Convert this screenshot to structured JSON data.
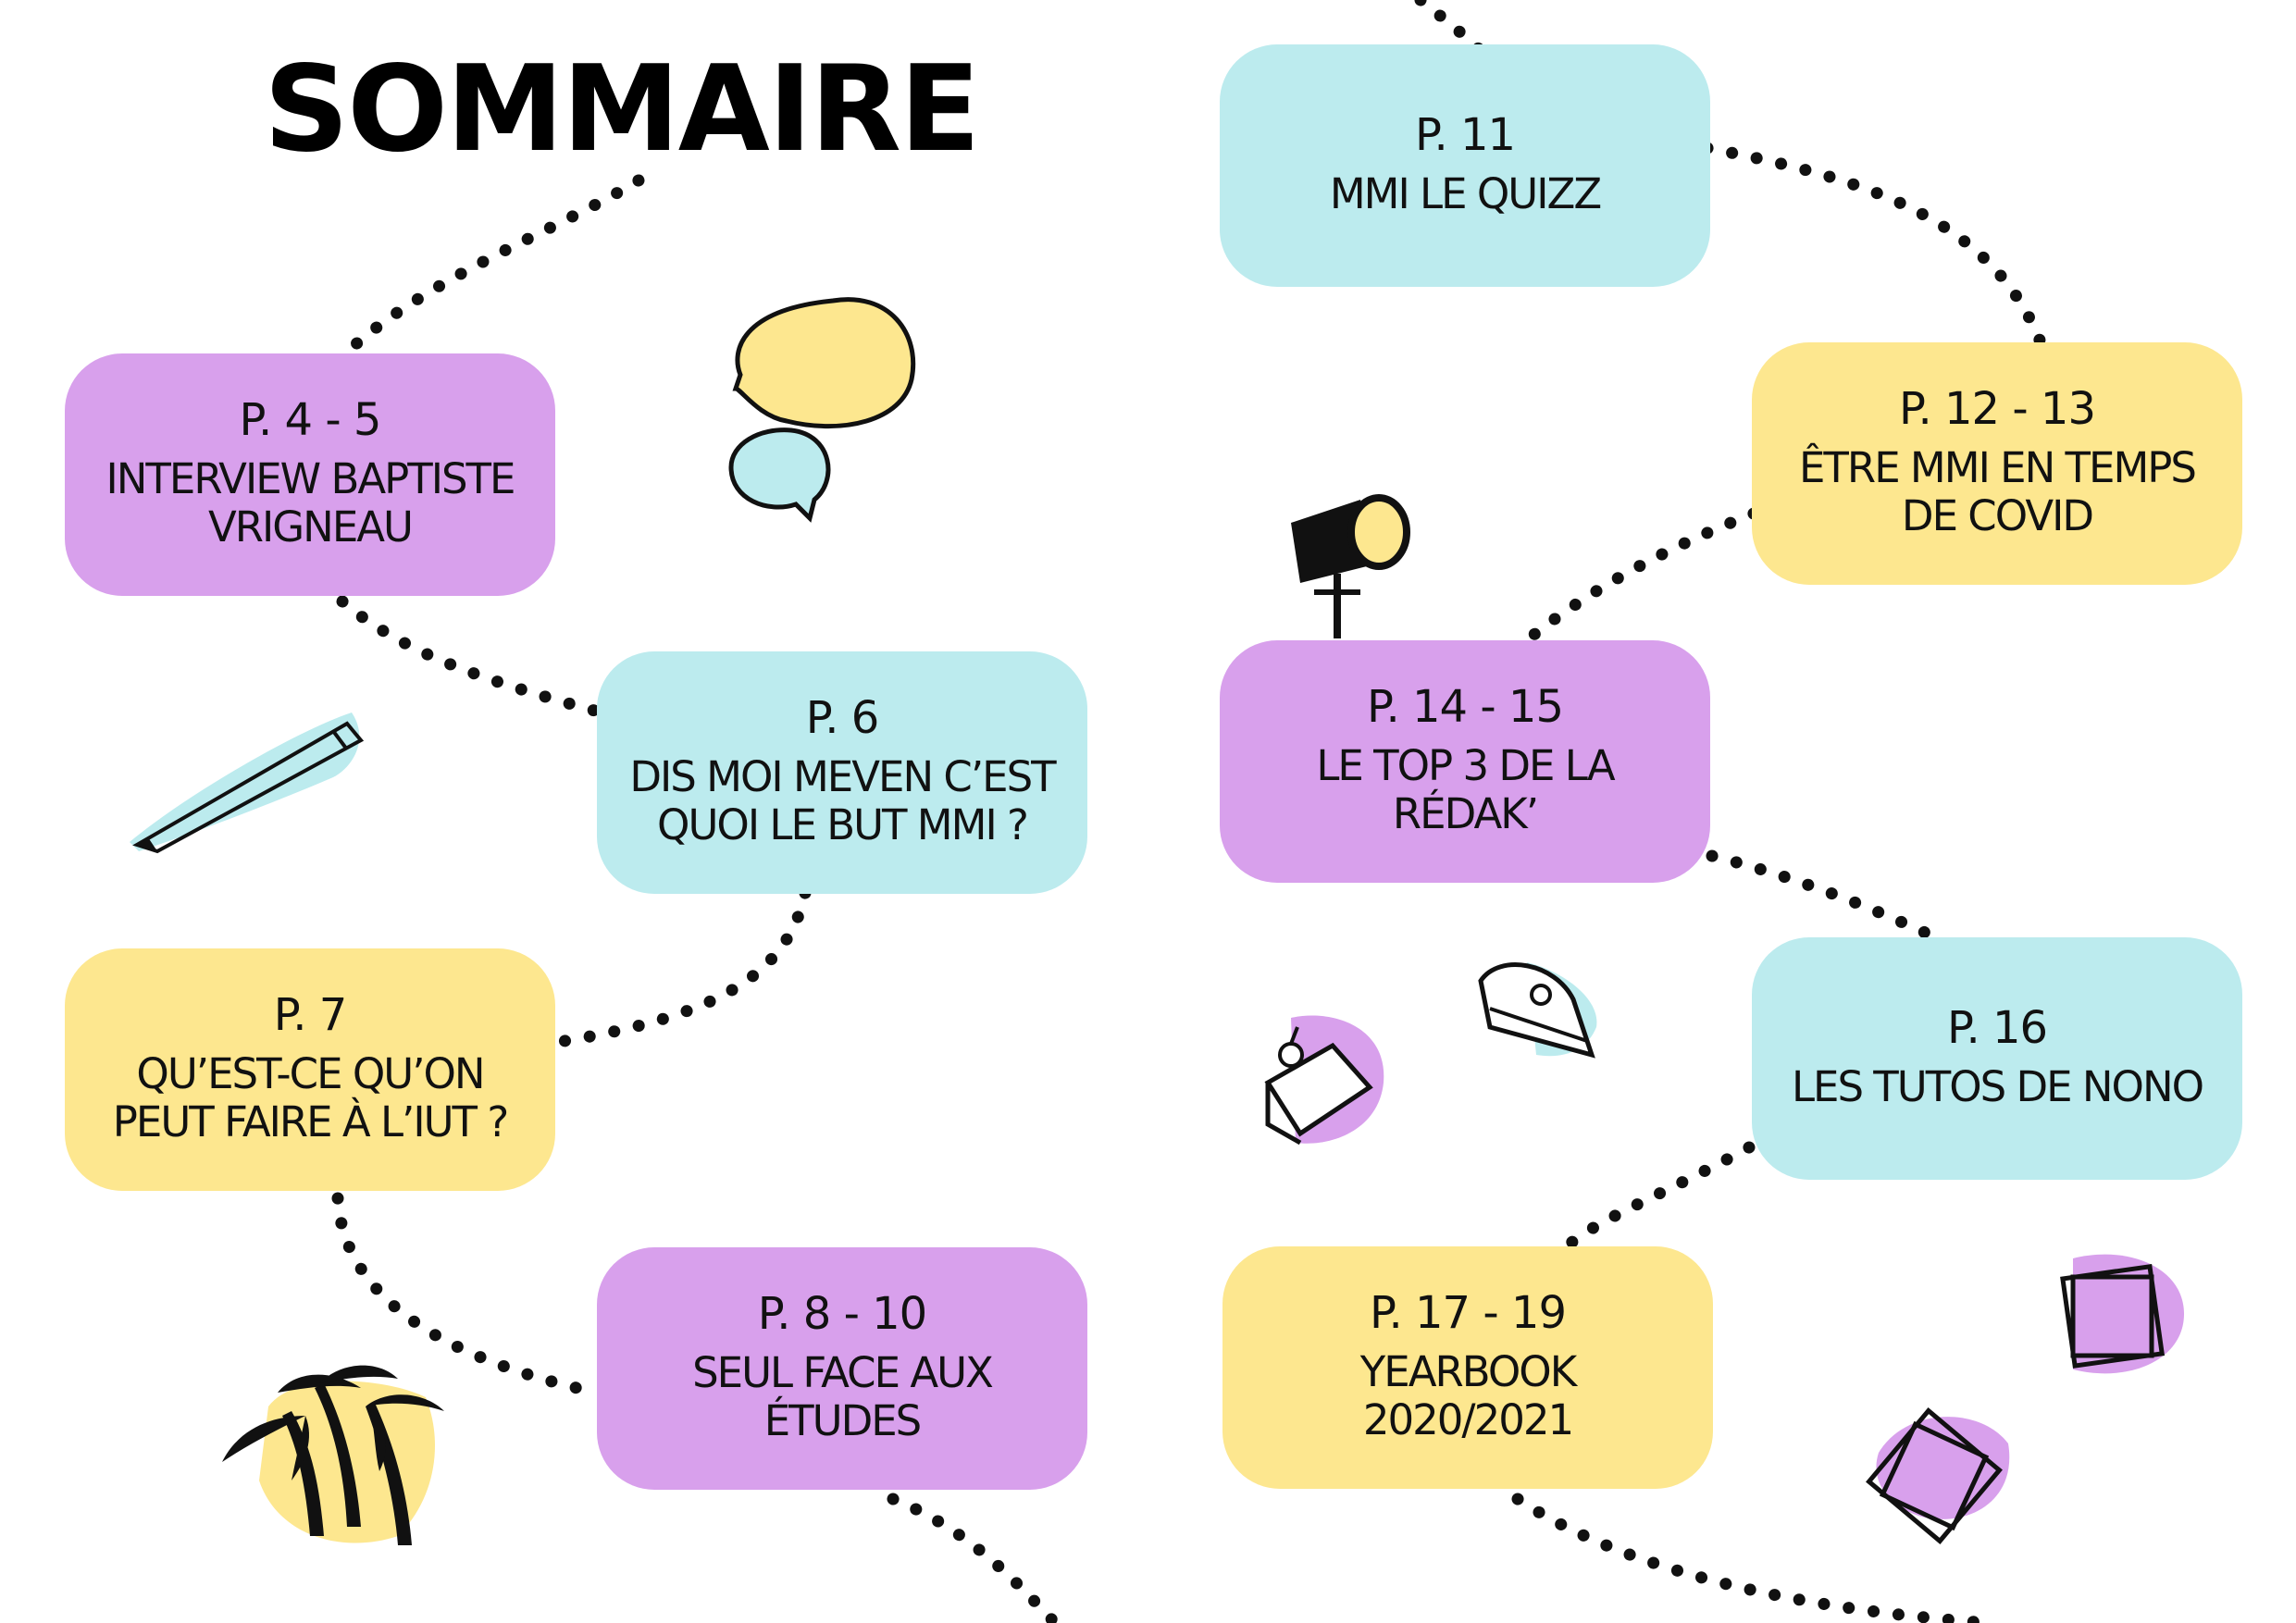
{
  "title": "SOMMAIRE",
  "colors": {
    "purple": "#d8a0ec",
    "blue": "#bcebee",
    "yellow": "#fde78f",
    "dots": "#111111"
  },
  "entries": [
    {
      "page": "P. 4 - 5",
      "label": "INTERVIEW BAPTISTE\nVRIGNEAU",
      "color": "purple"
    },
    {
      "page": "P. 6",
      "label": "DIS MOI MEVEN C’EST\nQUOI LE BUT MMI ?",
      "color": "blue"
    },
    {
      "page": "P. 7",
      "label": "QU’EST-CE QU’ON\nPEUT FAIRE À L’IUT ?",
      "color": "yellow"
    },
    {
      "page": "P. 8 - 10",
      "label": "SEUL FACE AUX\nÉTUDES",
      "color": "purple"
    },
    {
      "page": "P. 11",
      "label": "MMI LE QUIZZ",
      "color": "blue"
    },
    {
      "page": "P. 12 - 13",
      "label": "ÊTRE MMI EN TEMPS\nDE COVID",
      "color": "yellow"
    },
    {
      "page": "P. 14 - 15",
      "label": "LE TOP 3 DE LA\nRÉDAK’",
      "color": "purple"
    },
    {
      "page": "P. 16",
      "label": "LES TUTOS DE NONO",
      "color": "blue"
    },
    {
      "page": "P. 17 - 19",
      "label": "YEARBOOK\n2020/2021",
      "color": "yellow"
    }
  ],
  "decorations": [
    "speech-bubbles-icon",
    "pencil-icon",
    "palm-trees-icon",
    "spotlight-icon",
    "cake-slice-icon",
    "pie-slice-icon",
    "photo-frames-icon"
  ]
}
